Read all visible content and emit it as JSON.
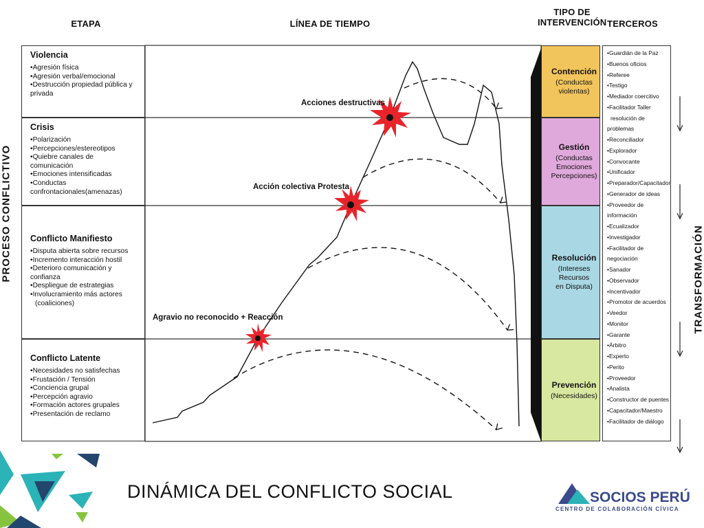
{
  "headers": {
    "etapa": "ETAPA",
    "linea": "LÍNEA DE TIEMPO",
    "tipo_line1": "TIPO DE",
    "tipo_line2": "INTERVENCIÓN",
    "terceros": "TERCEROS"
  },
  "left_axis": "PROCESO CONFLICTIVO",
  "right_axis": "TRANSFORMACIÓN",
  "stages": [
    {
      "title": "Violencia",
      "color": "#f2c55c",
      "items": [
        "Agresión física",
        "Agresión verbal/emocional",
        "Destrucción propiedad pública y privada"
      ]
    },
    {
      "title": "Crisis",
      "color": "#e0a9dc",
      "items": [
        "Polarización",
        "Percepciones/estereotipos",
        "Quiebre canales de comunicación",
        "Emociones intensificadas",
        "Conductas confrontacionales(amenazas)"
      ]
    },
    {
      "title": "Conflicto Manifiesto",
      "color": "#a9d8e4",
      "items": [
        "Disputa abierta sobre recursos",
        "Incremento interacción hostil",
        "Deterioro comunicación y confianza",
        "Despliegue de estrategias",
        "Involucramiento más actores",
        "(coaliciones)"
      ]
    },
    {
      "title": "Conflicto Latente",
      "color": "#d9e8a0",
      "items": [
        "Necesidades no satisfechas",
        "Frustación / Tensión",
        "Conciencia grupal",
        "Percepción agravio",
        "Formación actores grupales",
        "Presentación de reclamo"
      ]
    }
  ],
  "events": {
    "destructivas": "Acciones destructivas",
    "protesta": "Acción colectiva Protesta",
    "agravio": "Agravio no reconocido + Reacción"
  },
  "interventions": [
    {
      "title": "Contención",
      "desc": [
        "(Conductas",
        "violentas)"
      ]
    },
    {
      "title": "Gestión",
      "desc": [
        "(Conductas",
        "Emociones",
        "Percepciones)"
      ]
    },
    {
      "title": "Resolución",
      "desc": [
        "(Intereses",
        "Recursos",
        "en Disputa)"
      ]
    },
    {
      "title": "Prevención",
      "desc": [
        "(Necesidades)"
      ]
    }
  ],
  "terceros": [
    "Guardián de la Paz",
    "Buenos oficios",
    "Referee",
    "Testigo",
    "Mediador coercitivo",
    "Facilitador Taller",
    "resolución de problemas",
    "Reconciliador",
    "Explorador",
    "Convocante",
    "Unificador",
    "Preparador/Capacitador",
    "Generador de ideas",
    "Proveedor de información",
    "Ecualizador",
    "Investigador",
    "Facilitador de negociación",
    "Sanador",
    "Observador",
    "Incentivador",
    "Promotor de acuerdos",
    "Veedor",
    "Monitor",
    "Garante",
    "Árbitro",
    "Experto",
    "Perito",
    "Proveedor",
    "Analista",
    "Constructor de puentes",
    "Capacitador/Maestro",
    "Facilitador de diálogo"
  ],
  "title": "DINÁMICA DEL CONFLICTO SOCIAL",
  "logo": {
    "name": "SOCIOS PERÚ",
    "sub": "CENTRO DE COLABORACIÓN CÍVICA"
  },
  "colors": {
    "burst": "#e8242b",
    "logo": "#3a4a8a",
    "teal": "#2bb3b8",
    "navy": "#23466e",
    "green": "#86c440"
  }
}
